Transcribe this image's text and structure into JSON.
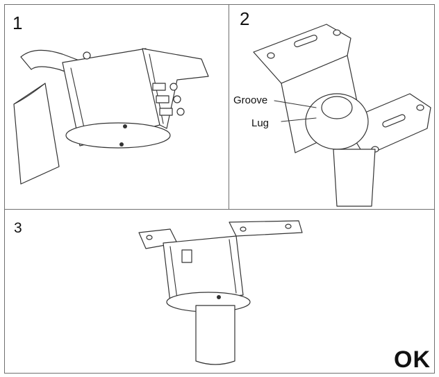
{
  "panels": [
    {
      "number": "1"
    },
    {
      "number": "2",
      "callouts": [
        "Groove",
        "Lug"
      ]
    },
    {
      "number": "3"
    }
  ],
  "status_text": "OK",
  "colors": {
    "line": "#333333",
    "border": "#6f6f6f",
    "background": "#ffffff"
  }
}
